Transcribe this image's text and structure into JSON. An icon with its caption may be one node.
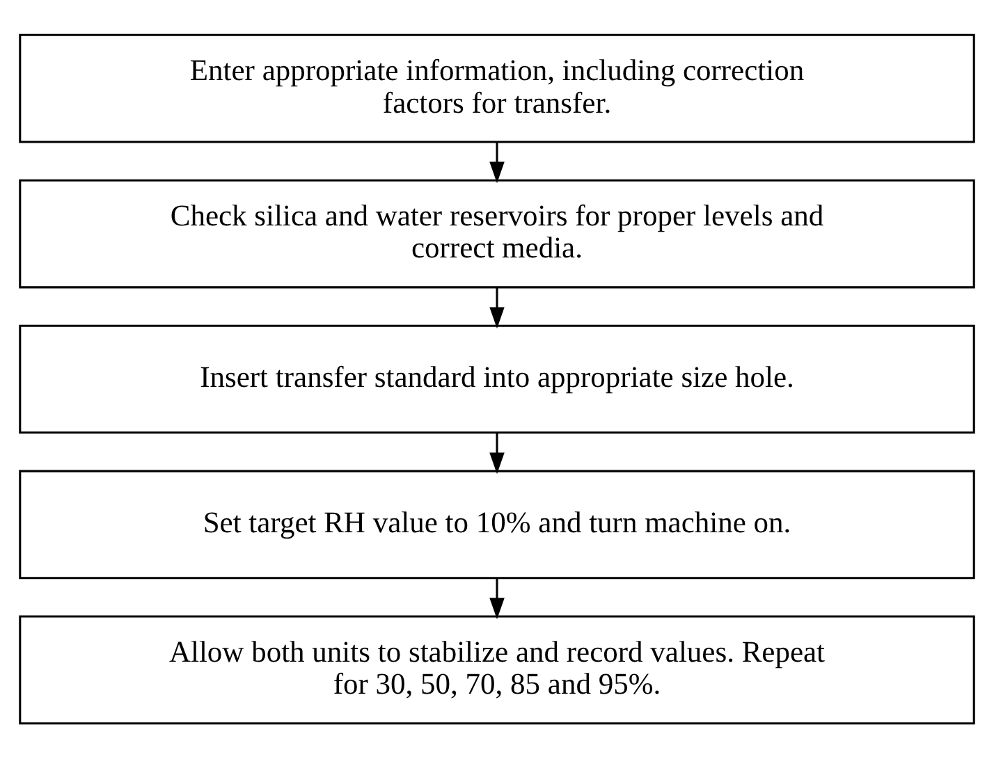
{
  "diagram": {
    "nodes": [
      {
        "text": [
          "Enter appropriate information, including correction factors for transfer."
        ]
      },
      {
        "text": [
          "Check silica and water reservoirs for proper levels and correct media."
        ]
      },
      {
        "text": [
          "Insert transfer standard into appropriate size hole."
        ]
      },
      {
        "text": [
          "Set target RH value to 10% and turn machine on."
        ]
      },
      {
        "text": [
          "Allow both units to stabilize and record values. Repeat for 30, 50, 70, 85 and 95%."
        ]
      }
    ],
    "edges": [
      {
        "from": 0,
        "to": 1,
        "arrow": "to"
      },
      {
        "from": 1,
        "to": 2,
        "arrow": "to"
      },
      {
        "from": 2,
        "to": 3,
        "arrow": "to"
      },
      {
        "from": 3,
        "to": 4,
        "arrow": "to"
      }
    ]
  }
}
